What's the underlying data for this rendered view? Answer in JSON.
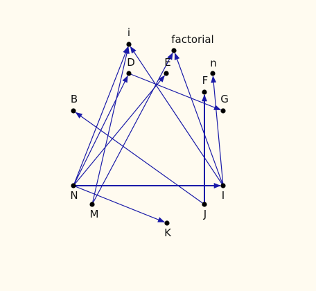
{
  "colors": {
    "background": "#fffbf0",
    "edge": "#1a1aa8",
    "edge_dark": "#101070",
    "node": "#000000",
    "label": "#111111"
  },
  "nodes": [
    {
      "id": "i",
      "label": "i"
    },
    {
      "id": "factorial",
      "label": "factorial"
    },
    {
      "id": "D",
      "label": "D"
    },
    {
      "id": "E",
      "label": "E"
    },
    {
      "id": "n",
      "label": "n"
    },
    {
      "id": "F",
      "label": "F"
    },
    {
      "id": "G",
      "label": "G"
    },
    {
      "id": "B",
      "label": "B"
    },
    {
      "id": "N",
      "label": "N"
    },
    {
      "id": "I",
      "label": "I"
    },
    {
      "id": "M",
      "label": "M"
    },
    {
      "id": "J",
      "label": "J"
    },
    {
      "id": "K",
      "label": "K"
    }
  ],
  "edges": [
    {
      "from": "N",
      "to": "I"
    },
    {
      "from": "N",
      "to": "E"
    },
    {
      "from": "N",
      "to": "K"
    },
    {
      "from": "N",
      "to": "i"
    },
    {
      "from": "N",
      "to": "D"
    },
    {
      "from": "M",
      "to": "i"
    },
    {
      "from": "M",
      "to": "factorial"
    },
    {
      "from": "D",
      "to": "G"
    },
    {
      "from": "I",
      "to": "i"
    },
    {
      "from": "I",
      "to": "factorial"
    },
    {
      "from": "I",
      "to": "n"
    },
    {
      "from": "J",
      "to": "B"
    },
    {
      "from": "J",
      "to": "F"
    }
  ]
}
